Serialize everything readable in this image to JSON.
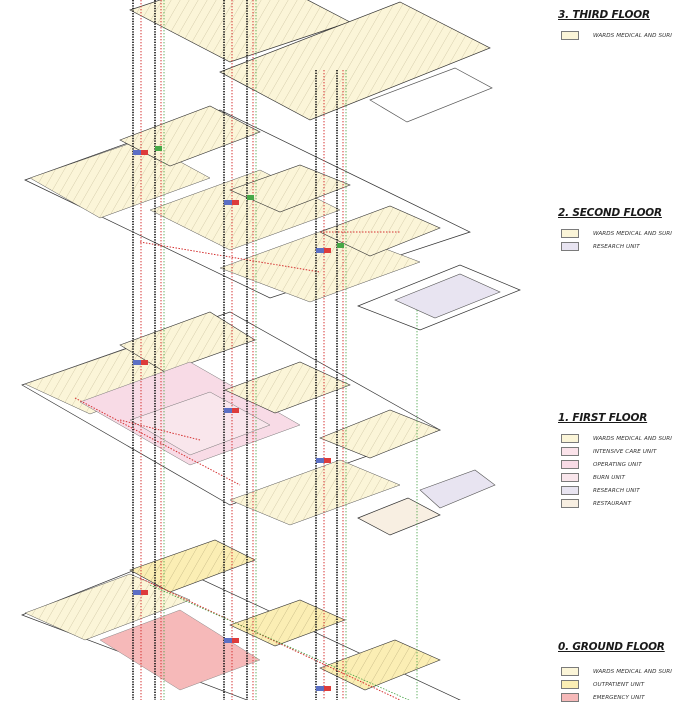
{
  "title": "Exploded axonometric of hospital floors with vertical circulation cores",
  "colors": {
    "wards": "#fbf5d8",
    "outpatient": "#fbeeb4",
    "emergency": "#f6b9b9",
    "intensive_care": "#fbe3ea",
    "operating": "#f8dbe6",
    "burn": "#f9e6ec",
    "research": "#e8e4f1",
    "restaurant": "#f8efe2",
    "stair_line": "#111111",
    "red_line": "#d43030",
    "green_line": "#3f9f3f",
    "core_blue": "#5b6fc4",
    "core_red": "#dd3b3b",
    "core_green": "#47a847"
  },
  "legend": [
    {
      "title": "3. THIRD FLOOR",
      "items": [
        {
          "label": "WARDS MEDICAL AND SURI",
          "color": "#fbf5d8"
        }
      ]
    },
    {
      "title": "2. SECOND FLOOR",
      "items": [
        {
          "label": "WARDS MEDICAL AND SURI",
          "color": "#fbf5d8"
        },
        {
          "label": "RESEARCH UNIT",
          "color": "#e8e4f1"
        }
      ]
    },
    {
      "title": "1. FIRST FLOOR",
      "items": [
        {
          "label": "WARDS MEDICAL AND SURI",
          "color": "#fbf5d8"
        },
        {
          "label": "INTENSIVE CARE UNIT",
          "color": "#fbe3ea"
        },
        {
          "label": "OPERATING UNIT",
          "color": "#f8dbe6"
        },
        {
          "label": "BURN UNIT",
          "color": "#f9e6ec"
        },
        {
          "label": "RESEARCH UNIT",
          "color": "#e8e4f1"
        },
        {
          "label": "RESTAURANT",
          "color": "#f8efe2"
        }
      ]
    },
    {
      "title": "0. GROUND FLOOR",
      "items": [
        {
          "label": "WARDS MEDICAL AND SURI",
          "color": "#fbf5d8"
        },
        {
          "label": "OUTPATIENT UNIT",
          "color": "#fbeeb4"
        },
        {
          "label": "EMERGENCY UNIT",
          "color": "#f6b9b9"
        }
      ]
    }
  ]
}
